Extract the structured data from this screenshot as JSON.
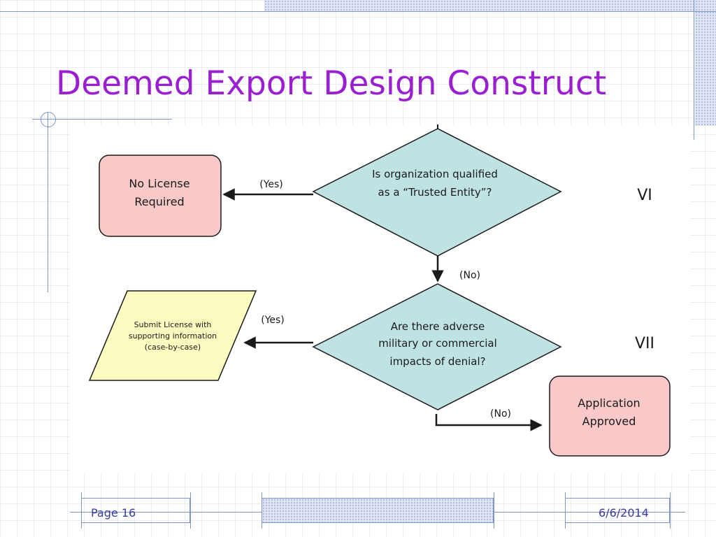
{
  "slide": {
    "title": "Deemed Export Design Construct"
  },
  "diagram": {
    "decision_1": {
      "line1": "Is organization qualified",
      "line2": "as a “Trusted Entity”?"
    },
    "decision_2": {
      "line1": "Are there adverse",
      "line2": "military or commercial",
      "line3": "impacts of denial?"
    },
    "no_license": {
      "line1": "No License",
      "line2": "Required"
    },
    "submit_license": {
      "line1": "Submit License with",
      "line2": "supporting information",
      "line3": "(case-by-case)"
    },
    "approved": {
      "line1": "Application",
      "line2": "Approved"
    },
    "labels": {
      "yes_1": "(Yes)",
      "no_1": "(No)",
      "yes_2": "(Yes)",
      "no_2": "(No)"
    },
    "roman": {
      "vi": "VI",
      "vii": "VII"
    },
    "colors": {
      "terminal_fill": "#f9c9c9",
      "io_fill": "#fcfcc0",
      "decision_fill": "#bfe2e2",
      "stroke": "#1a1a1a",
      "title": "#9a1fd0"
    }
  },
  "footer": {
    "page": "Page 16",
    "date": "6/6/2014"
  }
}
